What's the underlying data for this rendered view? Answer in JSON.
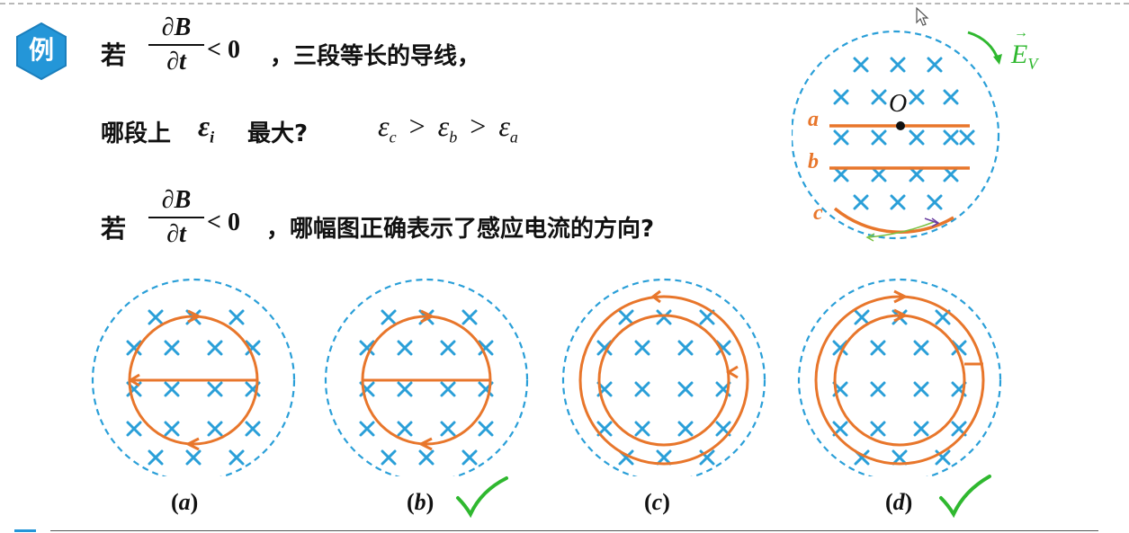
{
  "badge": "例",
  "cond": {
    "num_partial": "∂",
    "num_var": "B",
    "num_vec": "→",
    "den": "∂t",
    "rel": "< 0"
  },
  "line1_text": "，三段等长的导线，",
  "line2_text": "哪段上",
  "line2_symbol": {
    "base": "ε",
    "sub": "i"
  },
  "line2_tail": "最大?",
  "answer": {
    "c": "c",
    "b": "b",
    "a": "a",
    "eps": "ε",
    "gt": ">"
  },
  "line3_text": "，哪幅图正确表示了感应电流的方向?",
  "top_diagram": {
    "center_label": "O",
    "field_var": "E",
    "field_sub": "V",
    "field_vec": "→",
    "wire_labels": [
      "a",
      "b",
      "c"
    ]
  },
  "options": [
    {
      "label_open": "(",
      "letter": "a",
      "label_close": ")",
      "check": false
    },
    {
      "label_open": "(",
      "letter": "b",
      "label_close": ")",
      "check": true
    },
    {
      "label_open": "(",
      "letter": "c",
      "label_close": ")",
      "check": false
    },
    {
      "label_open": "(",
      "letter": "d",
      "label_close": ")",
      "check": true
    }
  ],
  "colors": {
    "field_blue": "#2a9fd8",
    "wire_orange": "#e8762b",
    "check_green": "#2fb82f",
    "badge_blue": "#2496d8",
    "text": "#111111"
  },
  "icons": [
    "hexagon-badge",
    "cross-mark",
    "checkmark-icon",
    "arrow-head",
    "cursor-icon"
  ]
}
